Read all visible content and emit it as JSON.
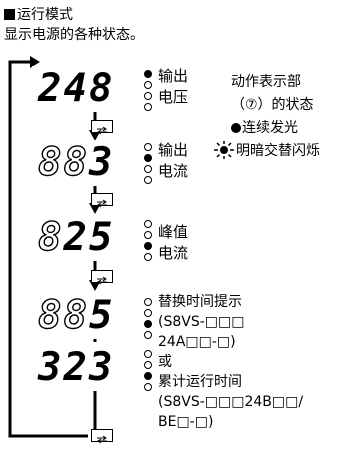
{
  "header": {
    "title": "运行模式"
  },
  "subtitle": "显示电源的各种状态。",
  "legend": {
    "line1": "动作表示部",
    "line2": "（⑦）的状态",
    "continuous": "连续发光",
    "flashing": "明暗交替闪烁"
  },
  "displays": [
    {
      "digits": [
        "2",
        "4",
        "8"
      ],
      "label_lines": [
        "输出",
        "电压"
      ],
      "leds": [
        "on",
        "off",
        "off",
        "off"
      ]
    },
    {
      "digits": [
        "8",
        "8",
        "3"
      ],
      "label_lines": [
        "输出",
        "电流"
      ],
      "leds": [
        "off",
        "on",
        "off",
        "off"
      ]
    },
    {
      "digits": [
        "8",
        "2",
        "5"
      ],
      "label_lines": [
        "峰值",
        "电流"
      ],
      "leds": [
        "off",
        "off",
        "on",
        "off"
      ]
    },
    {
      "digits": [
        "8",
        "8",
        "5"
      ],
      "label_lines": [
        "替换时间提示",
        "(S8VS-□□□",
        "24A□□-□)",
        "或"
      ],
      "leds": [
        "off",
        "off",
        "on",
        "off"
      ]
    },
    {
      "digits": [
        "3",
        "2",
        "3"
      ],
      "label_lines": [
        "累计运行时间",
        "(S8VS-□□□24B□□/",
        "BE□-□)"
      ],
      "leds": [
        "off",
        "off",
        "on",
        "off"
      ]
    }
  ],
  "icons": {
    "mode_key": "mode-key-icon"
  }
}
